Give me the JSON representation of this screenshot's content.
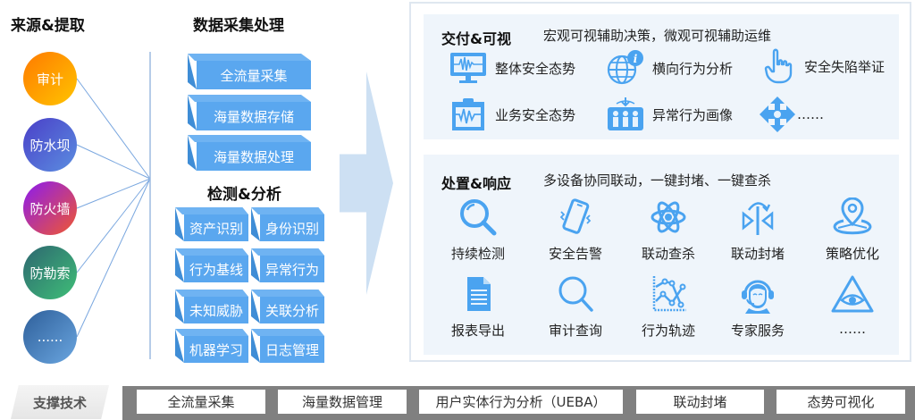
{
  "left": {
    "title": "来源&提取",
    "sources": [
      "审计",
      "防水坝",
      "防火墙",
      "防勒索",
      "......"
    ]
  },
  "middle": {
    "collect_title": "数据采集处理",
    "collect_items": [
      "全流量采集",
      "海量数据存储",
      "海量数据处理"
    ],
    "analysis_title": "检测&分析",
    "analysis_items": [
      [
        "资产识别",
        "身份识别"
      ],
      [
        "行为基线",
        "异常行为"
      ],
      [
        "未知威胁",
        "关联分析"
      ],
      [
        "机器学习",
        "日志管理"
      ]
    ]
  },
  "delivery": {
    "title": "交付&可视",
    "desc": "宏观可视辅助决策，微观可视辅助运维",
    "items": [
      {
        "label": "整体安全态势",
        "icon": "monitor-waveform-icon"
      },
      {
        "label": "横向行为分析",
        "icon": "globe-info-icon"
      },
      {
        "label": "安全失陷举证",
        "icon": "pointing-hand-icon"
      },
      {
        "label": "业务安全态势",
        "icon": "clipboard-waveform-icon"
      },
      {
        "label": "异常行为画像",
        "icon": "group-people-icon"
      },
      {
        "label": "……",
        "icon": "move-arrows-icon"
      }
    ]
  },
  "response": {
    "title": "处置&响应",
    "desc": "多设备协同联动，一键封堵、一键查杀",
    "items": [
      {
        "label": "持续检测",
        "icon": "magnifier-icon"
      },
      {
        "label": "安全告警",
        "icon": "vibrating-phone-icon"
      },
      {
        "label": "联动查杀",
        "icon": "atom-icon"
      },
      {
        "label": "联动封堵",
        "icon": "flip-block-icon"
      },
      {
        "label": "策略优化",
        "icon": "location-pin-icon"
      },
      {
        "label": "报表导出",
        "icon": "document-icon"
      },
      {
        "label": "审计查询",
        "icon": "search-icon"
      },
      {
        "label": "行为轨迹",
        "icon": "line-chart-icon"
      },
      {
        "label": "专家服务",
        "icon": "headset-agent-icon"
      },
      {
        "label": "……",
        "icon": "eye-triangle-icon"
      }
    ]
  },
  "support": {
    "label": "支撑技术",
    "items": [
      "全流量采集",
      "海量数据管理",
      "用户实体行为分析（UEBA）",
      "联动封堵",
      "态势可视化"
    ]
  },
  "colors": {
    "icon_blue": "#4aa3f0",
    "block_face": "#5aa7ef",
    "panel_bg": "#eff5fb",
    "arrow": "#cde0f3",
    "support_bar": "#808080"
  }
}
